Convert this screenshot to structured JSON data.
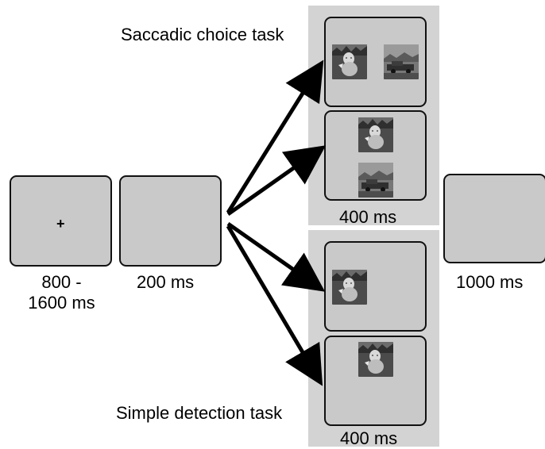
{
  "tasks": {
    "choice_task_label": "Saccadic choice task",
    "detection_task_label": "Simple detection task"
  },
  "screens": {
    "fixation_symbol": "+",
    "fixation_duration": "800 -\n1600 ms",
    "gap_duration": "200 ms",
    "choice_duration": "400 ms",
    "detection_duration": "400 ms",
    "end_duration": "1000 ms"
  },
  "images": {
    "face_icon": "face-image-icon",
    "vehicle_icon": "vehicle-scene-image-icon"
  },
  "colors": {
    "screen_fill": "#c9c9c9",
    "panel_fill": "#d3d3d3",
    "border": "#111111"
  }
}
